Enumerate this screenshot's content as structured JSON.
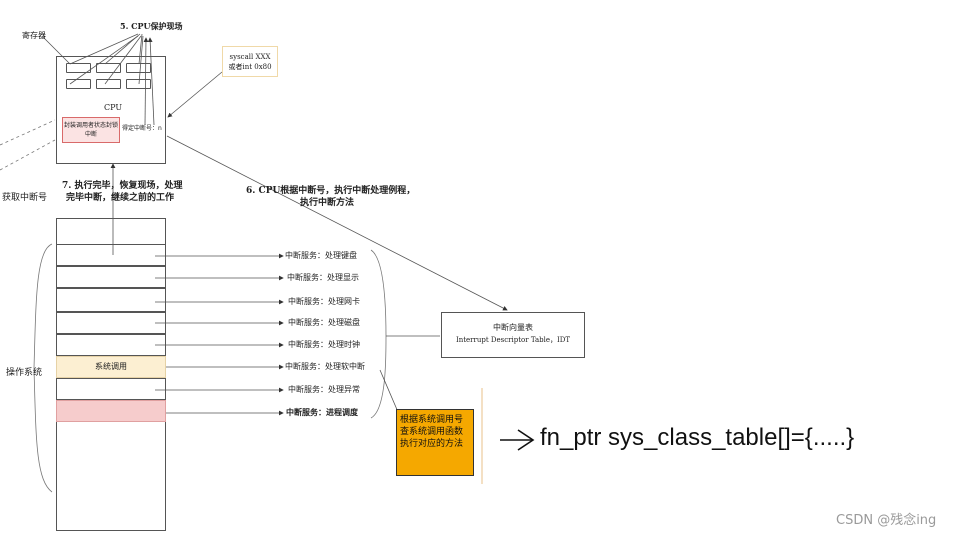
{
  "labels": {
    "register": "寄存器",
    "step5": "5. CPU保护现场",
    "syscall_line1": "syscall XXX",
    "syscall_line2": "或者int 0x80",
    "cpu": "CPU",
    "save_state": "封装调用者状态封锁中断",
    "int_number": "得定中断号：n",
    "get_int_number": "获取中断号",
    "step7_line1": "7. 执行完毕，恢复现场，处理",
    "step7_line2": "完毕中断，继续之前的工作",
    "step6_line1": "6. CPU根据中断号，执行中断处理例程，",
    "step6_line2": "执行中断方法",
    "os": "操作系统",
    "syscall_slot": "系统调用",
    "idt_line1": "中断向量表",
    "idt_line2": "Interrupt Descriptor Table，IDT",
    "orange_note": "根据系统调用号查系统调用函数执行对应的方法",
    "code": "fn_ptr sys_class_table[]={.....}",
    "watermark": "CSDN @残念ing"
  },
  "services": [
    "中断服务：处理键盘",
    "中断服务：处理显示",
    "中断服务：处理网卡",
    "中断服务：处理磁盘",
    "中断服务：处理时钟",
    "中断服务：处理软中断",
    "中断服务：处理异常",
    "中断服务：进程调度"
  ],
  "colors": {
    "syscall_fill": "#fcefd2",
    "sched_fill": "#f6cccc",
    "save_fill": "#fbe3e3",
    "save_border": "#d96a6a",
    "orange": "#f5a800",
    "syscall_note_border": "#f0d9a8"
  }
}
